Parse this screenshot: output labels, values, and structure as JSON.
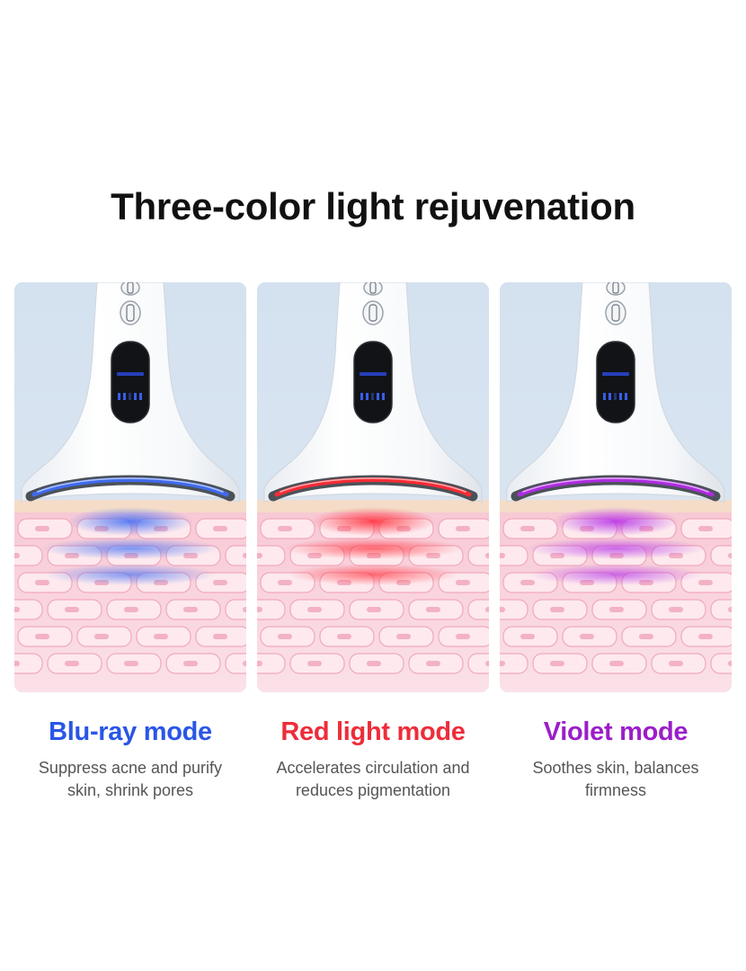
{
  "title": "Three-color light rejuvenation",
  "modes": [
    {
      "name": "Blu-ray mode",
      "color": "#2a56e6",
      "glow": "#3f6cf5",
      "desc_line1": "Suppress acne and purify",
      "desc_line2": "skin, shrink pores",
      "icon": "blue-light-device-icon"
    },
    {
      "name": "Red light mode",
      "color": "#ee2d3a",
      "glow": "#ff2a35",
      "desc_line1": "Accelerates circulation and",
      "desc_line2": "reduces pigmentation",
      "icon": "red-light-device-icon"
    },
    {
      "name": "Violet mode",
      "color": "#9b1ec9",
      "glow": "#b32ae8",
      "desc_line1": "Soothes skin, balances",
      "desc_line2": "firmness",
      "icon": "violet-light-device-icon"
    }
  ]
}
